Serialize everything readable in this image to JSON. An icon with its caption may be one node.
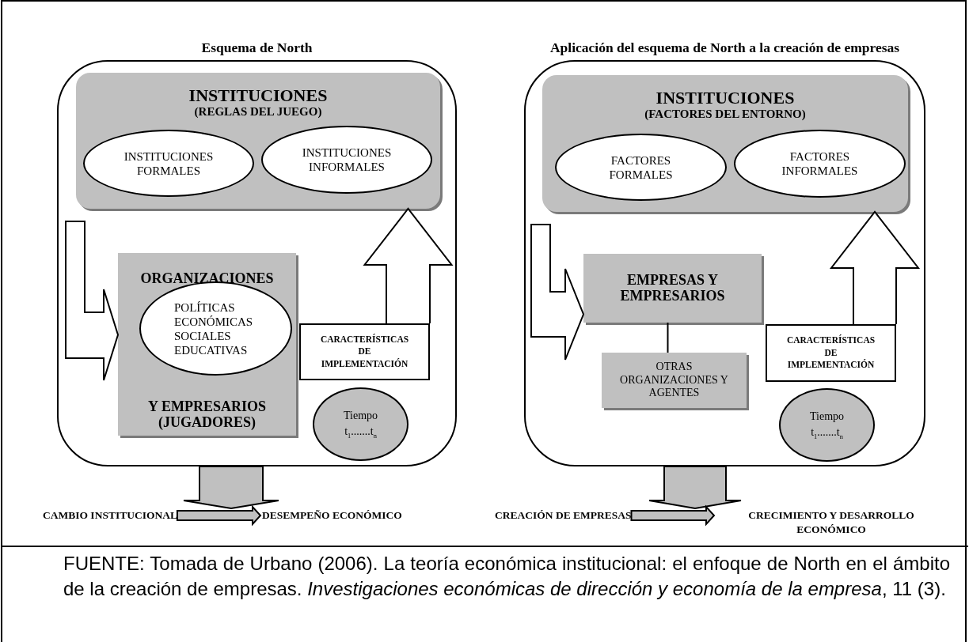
{
  "diagram": {
    "nodes": [
      {
        "text": [
          "Esquema de North"
        ]
      },
      {
        "text": [
          "INSTITUCIONES",
          "(REGLAS DEL JUEGO)"
        ],
        "in": 0
      },
      {
        "text": [
          "INSTITUCIONES FORMALES"
        ],
        "in": 1
      },
      {
        "text": [
          "INSTITUCIONES INFORMALES"
        ],
        "in": 1
      },
      {
        "text": [
          "ORGANIZACIONES",
          "Y EMPRESARIOS (JUGADORES)"
        ],
        "in": 0
      },
      {
        "text": [
          "POLÍTICAS ECONÓMICAS SOCIALES EDUCATIVAS"
        ],
        "in": 4
      },
      {
        "text": [
          "CARACTERÍSTICAS DE IMPLEMENTACIÓN"
        ],
        "in": 0
      },
      {
        "text": [
          "Tiempo",
          "t$_{1}$.......t$_{n}$"
        ],
        "in": 0
      },
      {
        "text": [
          "CAMBIO INSTITUCIONAL"
        ]
      },
      {
        "text": [
          "DESEMPEÑO ECONÓMICO"
        ]
      },
      {
        "text": [
          "Aplicación del esquema de North a la creación de empresas"
        ]
      },
      {
        "text": [
          "INSTITUCIONES",
          "(FACTORES DEL ENTORNO)"
        ],
        "in": 10
      },
      {
        "text": [
          "FACTORES FORMALES"
        ],
        "in": 11
      },
      {
        "text": [
          "FACTORES INFORMALES"
        ],
        "in": 11
      },
      {
        "text": [
          "EMPRESAS Y EMPRESARIOS"
        ],
        "in": 10
      },
      {
        "text": [
          "OTRAS ORGANIZACIONES Y AGENTES"
        ],
        "in": 10
      },
      {
        "text": [
          "CARACTERÍSTICAS DE IMPLEMENTACIÓN"
        ],
        "in": 10
      },
      {
        "text": [
          "Tiempo",
          "t$_{1}$.......t$_{n}$"
        ],
        "in": 10
      },
      {
        "text": [
          "CREACIÓN DE EMPRESAS"
        ]
      },
      {
        "text": [
          "CRECIMIENTO Y DESARROLLO ECONÓMICO"
        ]
      }
    ],
    "edges": [
      {
        "from": 1,
        "to": 4,
        "arrow": "to"
      },
      {
        "from": 6,
        "to": 1,
        "arrow": "to"
      },
      {
        "from": 0,
        "to": 8,
        "arrow": "to"
      },
      {
        "from": 8,
        "to": 9,
        "arrow": "to"
      },
      {
        "from": 11,
        "to": 14,
        "arrow": "to"
      },
      {
        "from": 14,
        "to": 15,
        "arrow": "none"
      },
      {
        "from": 16,
        "to": 11,
        "arrow": "to"
      },
      {
        "from": 10,
        "to": 18,
        "arrow": "to"
      },
      {
        "from": 18,
        "to": 19,
        "arrow": "to"
      }
    ],
    "caption": "FUENTE: Tomada de Urbano (2006). La teoría económica institucional: el enfoque de North en el ámbito de la creación de empresas. *Investigaciones económicas de dirección y economía de la empresa*, 11 (3)."
  }
}
